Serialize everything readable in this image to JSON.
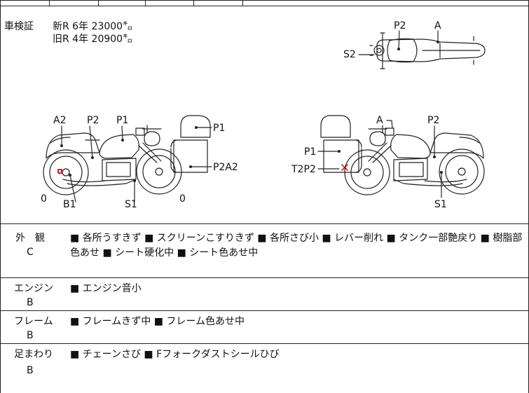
{
  "inspection": {
    "label": "車検証",
    "new_reg": "新R  6年  23000㌔",
    "old_reg": "旧R  4年  20900㌔"
  },
  "diagrams": {
    "top_view": {
      "p2": "P2",
      "a": "A",
      "s2": "S2"
    },
    "left_side": {
      "a2": "A2",
      "p2": "P2",
      "p1": "P1",
      "zero_left": "0",
      "b1": "B1",
      "s1": "S1",
      "zero_right": "0"
    },
    "front_view": {
      "p1": "P1",
      "p2a2": "P2A2"
    },
    "rear_view": {
      "p1": "P1",
      "t2p2": "T2P2"
    },
    "right_side": {
      "a": "A",
      "p2": "P2",
      "s1": "S1"
    }
  },
  "sections": [
    {
      "name": "外　観",
      "grade": "C",
      "details_line1": "■ 各所うすきず ■ スクリーンこすりきず ■ 各所さび小 ■ レバー削れ ■ タンク一部艶戻り ■ 樹脂部",
      "details_line2": "色あせ ■ シート硬化中 ■ シート色あせ中"
    },
    {
      "name": "エンジン",
      "grade": "B",
      "details_line1": "■ エンジン音小",
      "details_line2": ""
    },
    {
      "name": "フレーム",
      "grade": "B",
      "details_line1": "■ フレームきず中 ■ フレーム色あせ中",
      "details_line2": ""
    },
    {
      "name": "足まわり",
      "grade": "B",
      "details_line1": "■ チェーンさび ■ Fフォークダストシールひび",
      "details_line2": ""
    }
  ],
  "colors": {
    "line": "#222222",
    "damage_mark": "#d61f26"
  }
}
